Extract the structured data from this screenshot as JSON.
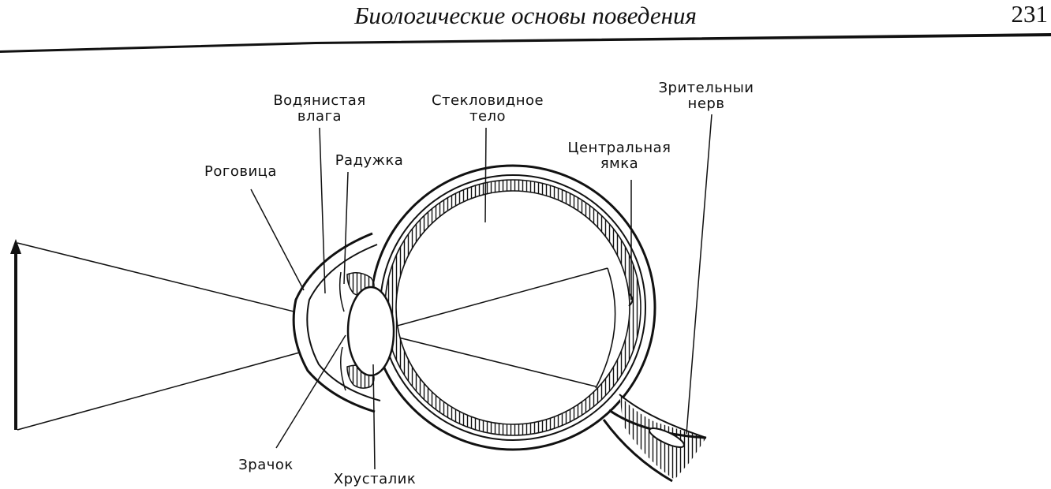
{
  "header": {
    "title": "Биологические основы поведения",
    "page_number": "231"
  },
  "diagram": {
    "labels": {
      "aqueous_humor": [
        "Водянистая",
        "влага"
      ],
      "vitreous_body": [
        "Стекловидное",
        "тело"
      ],
      "optic_nerve": [
        "Зрительныи",
        "нерв"
      ],
      "fovea": [
        "Центральная",
        "ямка"
      ],
      "iris": "Радужка",
      "cornea": "Роговица",
      "pupil": "Зрачок",
      "lens": "Хрусталик"
    }
  }
}
